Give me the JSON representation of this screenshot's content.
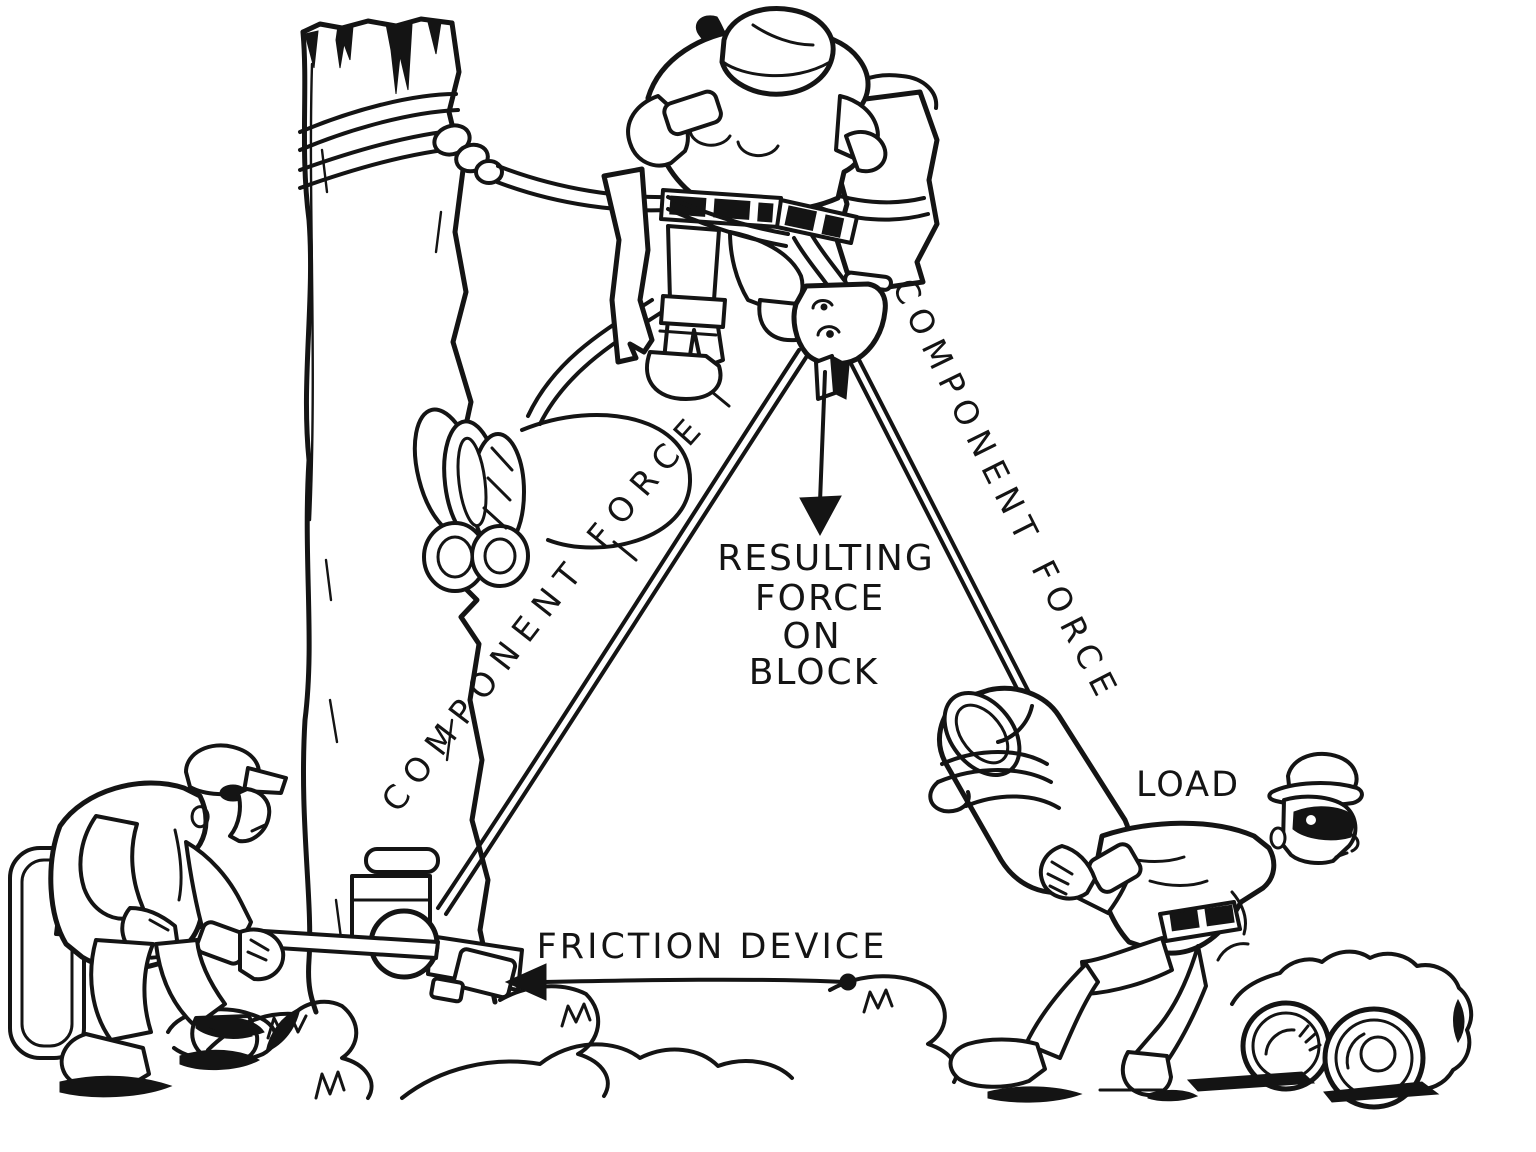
{
  "scene": {
    "background_color": "#ffffff",
    "ink_color": "#141414",
    "style": "hand-drawn black ink instructional cartoon",
    "elements": [
      "tree trunk with cut top",
      "rope wrapped around trunk top",
      "tree climber with hard hat on spar",
      "hanging coiled rope",
      "rigging block (pulley)",
      "left rope leg to friction device",
      "right rope leg to load",
      "friction device with lever operated by worker",
      "worker carrying log load",
      "two cut logs on ground"
    ]
  },
  "labels": {
    "component_force_left": "COMPONENT FORCE",
    "component_force_right": "COMPONENT FORCE",
    "resulting_force": {
      "line1": "RESULTING",
      "line2": "FORCE",
      "line3": "ON",
      "line4": "BLOCK"
    },
    "friction_device": "FRICTION DEVICE",
    "load": "LOAD"
  },
  "annotations": {
    "resulting_force_arrow_direction": "down",
    "friction_device_arrow_direction": "left"
  }
}
